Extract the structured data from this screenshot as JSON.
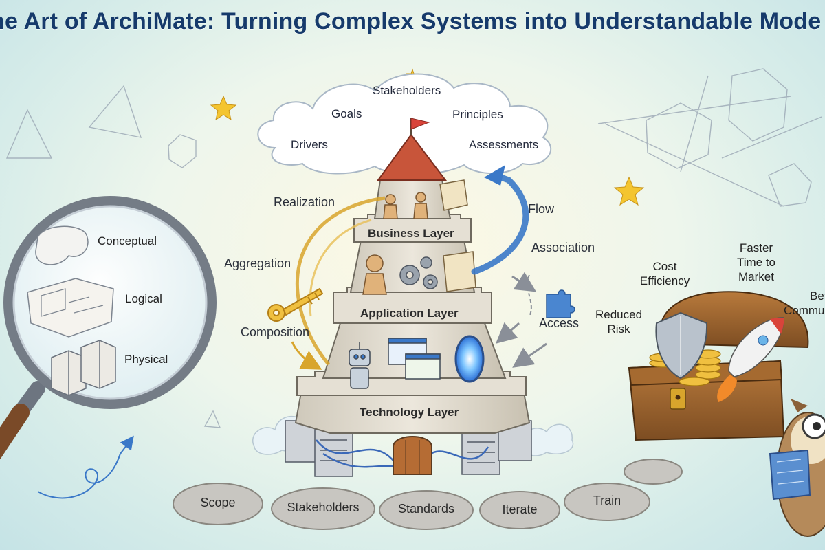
{
  "title": "he Art of ArchiMate: Turning Complex Systems into Understandable Mode",
  "motivation_cloud": {
    "items": [
      "Stakeholders",
      "Goals",
      "Principles",
      "Drivers",
      "Assessments"
    ]
  },
  "tower": {
    "business_layer": "Business Layer",
    "application_layer": "Application Layer",
    "technology_layer": "Technology Layer"
  },
  "relationships": {
    "realization": "Realization",
    "aggregation": "Aggregation",
    "composition": "Composition",
    "flow": "Flow",
    "association": "Association",
    "access": "Access"
  },
  "abstraction_levels": {
    "conceptual": "Conceptual",
    "logical": "Logical",
    "physical": "Physical"
  },
  "benefits": {
    "cost_efficiency_1": "Cost",
    "cost_efficiency_2": "Efficiency",
    "faster_1": "Faster",
    "faster_2": "Time to",
    "faster_3": "Market",
    "better_1": "Bet",
    "better_2": "Commu",
    "reduced_1": "Reduced",
    "reduced_2": "Risk"
  },
  "steps": [
    "Scope",
    "Stakeholders",
    "Standards",
    "Iterate",
    "Train"
  ],
  "colors": {
    "title": "#163a6b",
    "arrow_gold": "#d8a52c",
    "arrow_blue": "#3a78c8",
    "stone_wall": "#ddd8cc",
    "roof": "#c8553a",
    "cloud": "#ffffff"
  }
}
